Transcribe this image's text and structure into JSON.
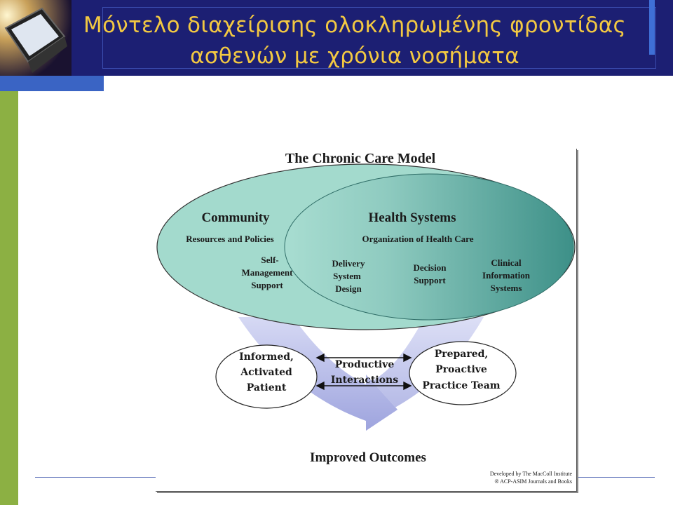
{
  "slide": {
    "title_line1": "Μόντελο διαχείρισης ολοκληρωμένης φροντίδας",
    "title_line2": "ασθενών με χρόνια νοσήματα",
    "colors": {
      "header": "#1c1f73",
      "title": "#f2c842",
      "accent_bar": "#8cb043",
      "strip": "#3a64c4"
    },
    "logo_icon": "computer-monitor-icon"
  },
  "diagram": {
    "title": "The Chronic Care Model",
    "community": "Community",
    "resources": "Resources and Policies",
    "health_systems": "Health Systems",
    "organization": "Organization of Health Care",
    "self_mgmt": [
      "Self-",
      "Management",
      "Support"
    ],
    "delivery": [
      "Delivery",
      "System",
      "Design"
    ],
    "decision": [
      "Decision",
      "Support"
    ],
    "clinical": [
      "Clinical",
      "Information",
      "Systems"
    ],
    "patient": [
      "Informed,",
      "Activated",
      "Patient"
    ],
    "interactions": [
      "Productive",
      "Interactions"
    ],
    "team": [
      "Prepared,",
      "Proactive",
      "Practice Team"
    ],
    "outcomes": "Improved Outcomes",
    "credit1": "Developed by The MacColl Institute",
    "credit2": "® ACP-ASIM Journals and Books",
    "colors": {
      "ellipse": "#a3dacd",
      "ellipse_dark": "#4d9f95",
      "arrow": "#aab0e4"
    }
  }
}
